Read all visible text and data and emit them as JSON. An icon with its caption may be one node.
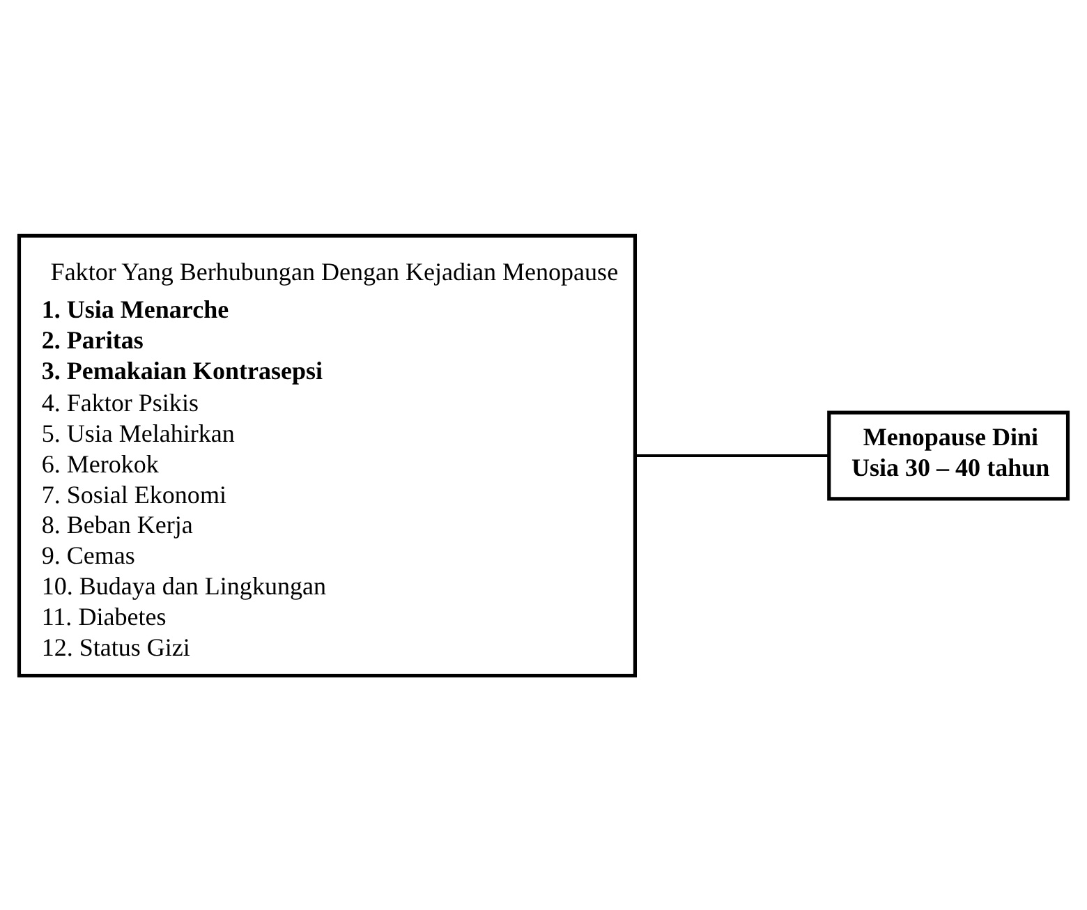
{
  "diagram": {
    "nodes": [
      {
        "text": [
          "Faktor Yang Berhubungan Dengan Kejadian Menopause",
          "1. Usia Menarche",
          "2. Paritas",
          "3. Pemakaian Kontrasepsi",
          "4. Faktor Psikis",
          "5. Usia Melahirkan",
          "6. Merokok",
          "7. Sosial Ekonomi",
          "8. Beban Kerja",
          "9. Cemas",
          "10. Budaya dan Lingkungan",
          "11. Diabetes",
          "12. Status Gizi"
        ]
      },
      {
        "text": [
          "Menopause Dini",
          "Usia 30 – 40 tahun"
        ]
      }
    ],
    "edges": [
      {
        "from": 0,
        "to": 1,
        "arrow": "none"
      }
    ]
  }
}
